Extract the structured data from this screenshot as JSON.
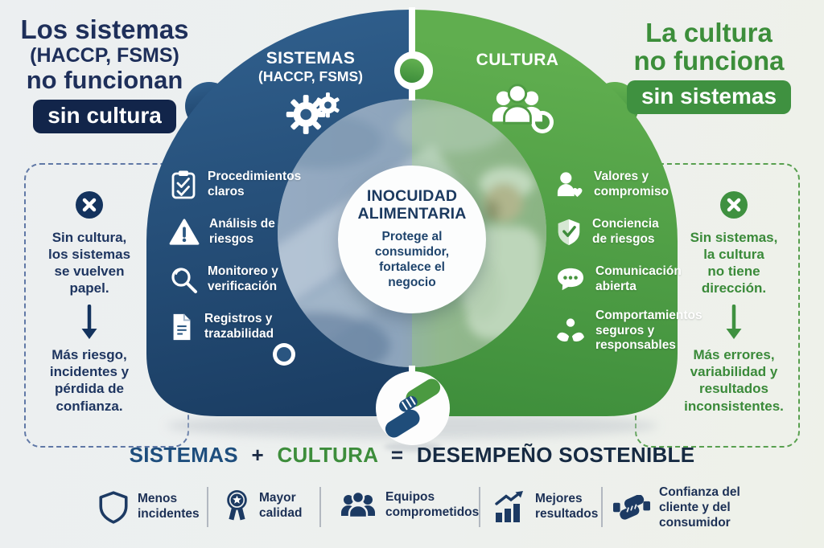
{
  "colors": {
    "blue": "#24527e",
    "green": "#4a9741",
    "navy_text": "#1e2f5a",
    "green_text": "#3c8e3a",
    "badge_blue_bg": "#12254a",
    "badge_green_bg": "#3f9140",
    "white": "#ffffff"
  },
  "heading_left": {
    "lines": [
      "Los sistemas",
      "(HACCP, FSMS)",
      "no funcionan"
    ],
    "badge": "sin cultura"
  },
  "heading_right": {
    "lines": [
      "La cultura",
      "no funciona"
    ],
    "badge": "sin sistemas"
  },
  "puzzle": {
    "left_title": {
      "lines": [
        "SISTEMAS",
        "(HACCP, FSMS)"
      ],
      "icon": "gears-icon"
    },
    "right_title": {
      "label": "CULTURA",
      "icon": "people-icon"
    },
    "center": {
      "title_lines": [
        "INOCUIDAD",
        "ALIMENTARIA"
      ],
      "subtitle_lines": [
        "Protege al",
        "consumidor,",
        "fortalece el",
        "negocio"
      ]
    },
    "left_items": [
      {
        "icon": "clipboard-check-icon",
        "lines": [
          "Procedimientos",
          "claros"
        ]
      },
      {
        "icon": "warning-triangle-icon",
        "lines": [
          "Análisis de",
          "riesgos"
        ]
      },
      {
        "icon": "magnifier-icon",
        "lines": [
          "Monitoreo y",
          "verificación"
        ]
      },
      {
        "icon": "document-icon",
        "lines": [
          "Registros y",
          "trazabilidad"
        ]
      }
    ],
    "right_items": [
      {
        "icon": "person-heart-icon",
        "lines": [
          "Valores y",
          "compromiso"
        ]
      },
      {
        "icon": "shield-check-icon",
        "lines": [
          "Conciencia",
          "de riesgos"
        ]
      },
      {
        "icon": "chat-bubble-icon",
        "lines": [
          "Comunicación",
          "abierta"
        ]
      },
      {
        "icon": "caring-hands-icon",
        "lines": [
          "Comportamientos",
          "seguros y",
          "responsables"
        ]
      }
    ]
  },
  "callout_left": {
    "icon": "x-circle-icon",
    "statement_lines": [
      "Sin cultura,",
      "los sistemas",
      "se vuelven",
      "papel."
    ],
    "consequence_lines": [
      "Más riesgo,",
      "incidentes y",
      "pérdida de",
      "confianza."
    ]
  },
  "callout_right": {
    "icon": "x-circle-icon",
    "statement_lines": [
      "Sin sistemas,",
      "la cultura",
      "no tiene",
      "dirección."
    ],
    "consequence_lines": [
      "Más errores,",
      "variabilidad y",
      "resultados",
      "inconsistentes."
    ]
  },
  "equation": {
    "term_systems": "SISTEMAS",
    "operator_plus": "+",
    "term_culture": "CULTURA",
    "operator_equals": "=",
    "result": "DESEMPEÑO SOSTENIBLE"
  },
  "footer": {
    "items": [
      {
        "icon": "shield-icon",
        "lines": [
          "Menos",
          "incidentes"
        ]
      },
      {
        "icon": "award-icon",
        "lines": [
          "Mayor",
          "calidad"
        ]
      },
      {
        "icon": "team-icon",
        "lines": [
          "Equipos",
          "comprometidos"
        ]
      },
      {
        "icon": "chart-up-icon",
        "lines": [
          "Mejores",
          "resultados"
        ]
      },
      {
        "icon": "handshake-icon",
        "lines": [
          "Confianza del",
          "cliente y del",
          "consumidor"
        ]
      }
    ]
  }
}
